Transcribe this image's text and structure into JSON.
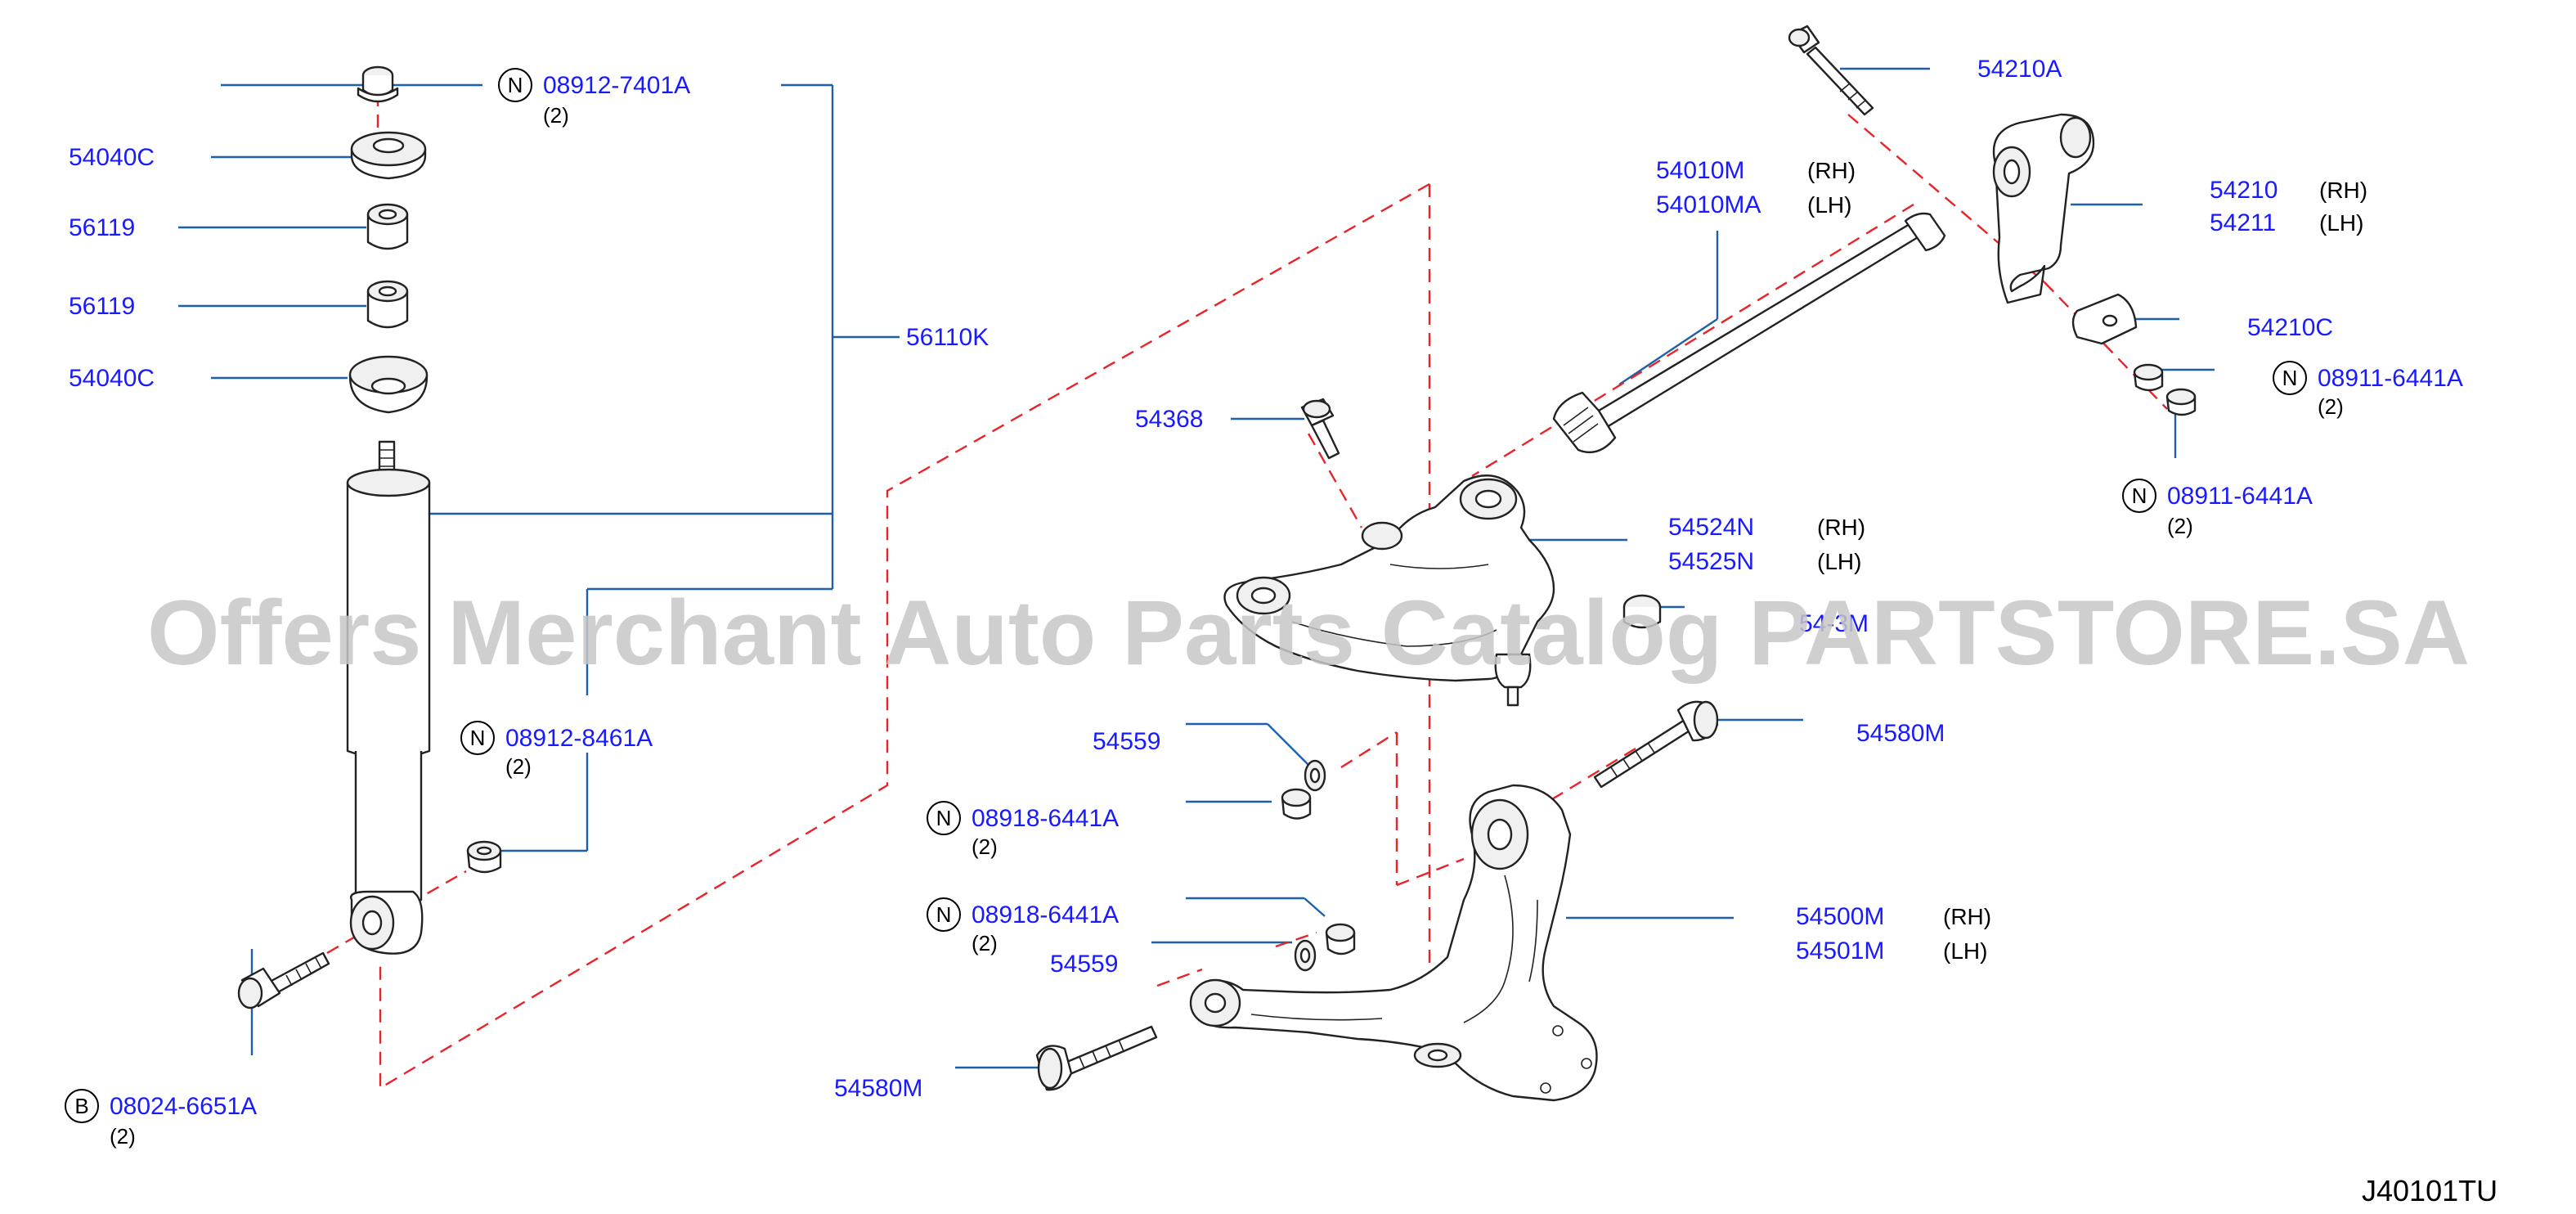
{
  "watermark": "Offers Merchant Auto Parts Catalog PARTSTORE.SA",
  "reference": "J40101TU",
  "callouts": [
    {
      "id": "c1",
      "num": "08912-7401A",
      "badge": "N",
      "qty": "(2)"
    },
    {
      "id": "c2",
      "num": "54040C"
    },
    {
      "id": "c3",
      "num": "56119"
    },
    {
      "id": "c4",
      "num": "56119"
    },
    {
      "id": "c5",
      "num": "54040C"
    },
    {
      "id": "c6",
      "num": "56110K"
    },
    {
      "id": "c7",
      "num": "08912-8461A",
      "badge": "N",
      "qty": "(2)"
    },
    {
      "id": "c8",
      "num": "08024-6651A",
      "badge": "B",
      "qty": "(2)"
    },
    {
      "id": "c9",
      "num": "54368"
    },
    {
      "id": "c10",
      "num": "54210A"
    },
    {
      "id": "c11",
      "num": "54010M",
      "side": "(RH)"
    },
    {
      "id": "c12",
      "num": "54010MA",
      "side": "(LH)"
    },
    {
      "id": "c13",
      "num": "54210",
      "side": "(RH)"
    },
    {
      "id": "c14",
      "num": "54211",
      "side": "(LH)"
    },
    {
      "id": "c15",
      "num": "54210C"
    },
    {
      "id": "c16",
      "num": "08911-6441A",
      "badge": "N",
      "qty": "(2)"
    },
    {
      "id": "c17",
      "num": "08911-6441A",
      "badge": "N",
      "qty": "(2)"
    },
    {
      "id": "c18",
      "num": "54524N",
      "side": "(RH)"
    },
    {
      "id": "c19",
      "num": "54525N",
      "side": "(LH)"
    },
    {
      "id": "c20",
      "num": "54-3M"
    },
    {
      "id": "c21",
      "num": "54559"
    },
    {
      "id": "c22",
      "num": "08918-6441A",
      "badge": "N",
      "qty": "(2)"
    },
    {
      "id": "c23",
      "num": "08918-6441A",
      "badge": "N",
      "qty": "(2)"
    },
    {
      "id": "c24",
      "num": "54559"
    },
    {
      "id": "c25",
      "num": "54580M"
    },
    {
      "id": "c26",
      "num": "54500M",
      "side": "(RH)"
    },
    {
      "id": "c27",
      "num": "54501M",
      "side": "(LH)"
    },
    {
      "id": "c28",
      "num": "54580M"
    }
  ]
}
